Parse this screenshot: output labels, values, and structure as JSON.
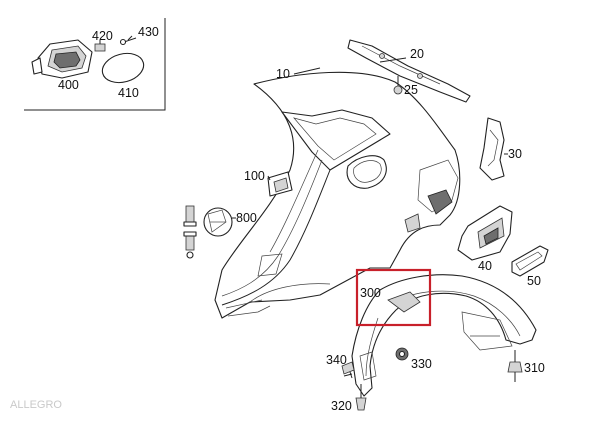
{
  "labels": {
    "p10": "10",
    "p20": "20",
    "p25": "25",
    "p30": "30",
    "p40": "40",
    "p50": "50",
    "p100": "100",
    "p300": "300",
    "p310": "310",
    "p320": "320",
    "p330": "330",
    "p340": "340",
    "p400": "400",
    "p410": "410",
    "p420": "420",
    "p430": "430",
    "p800": "800"
  },
  "watermark": "ALLEGRO",
  "colors": {
    "line": "#222222",
    "highlight": "#c8202a",
    "background": "#ffffff"
  }
}
